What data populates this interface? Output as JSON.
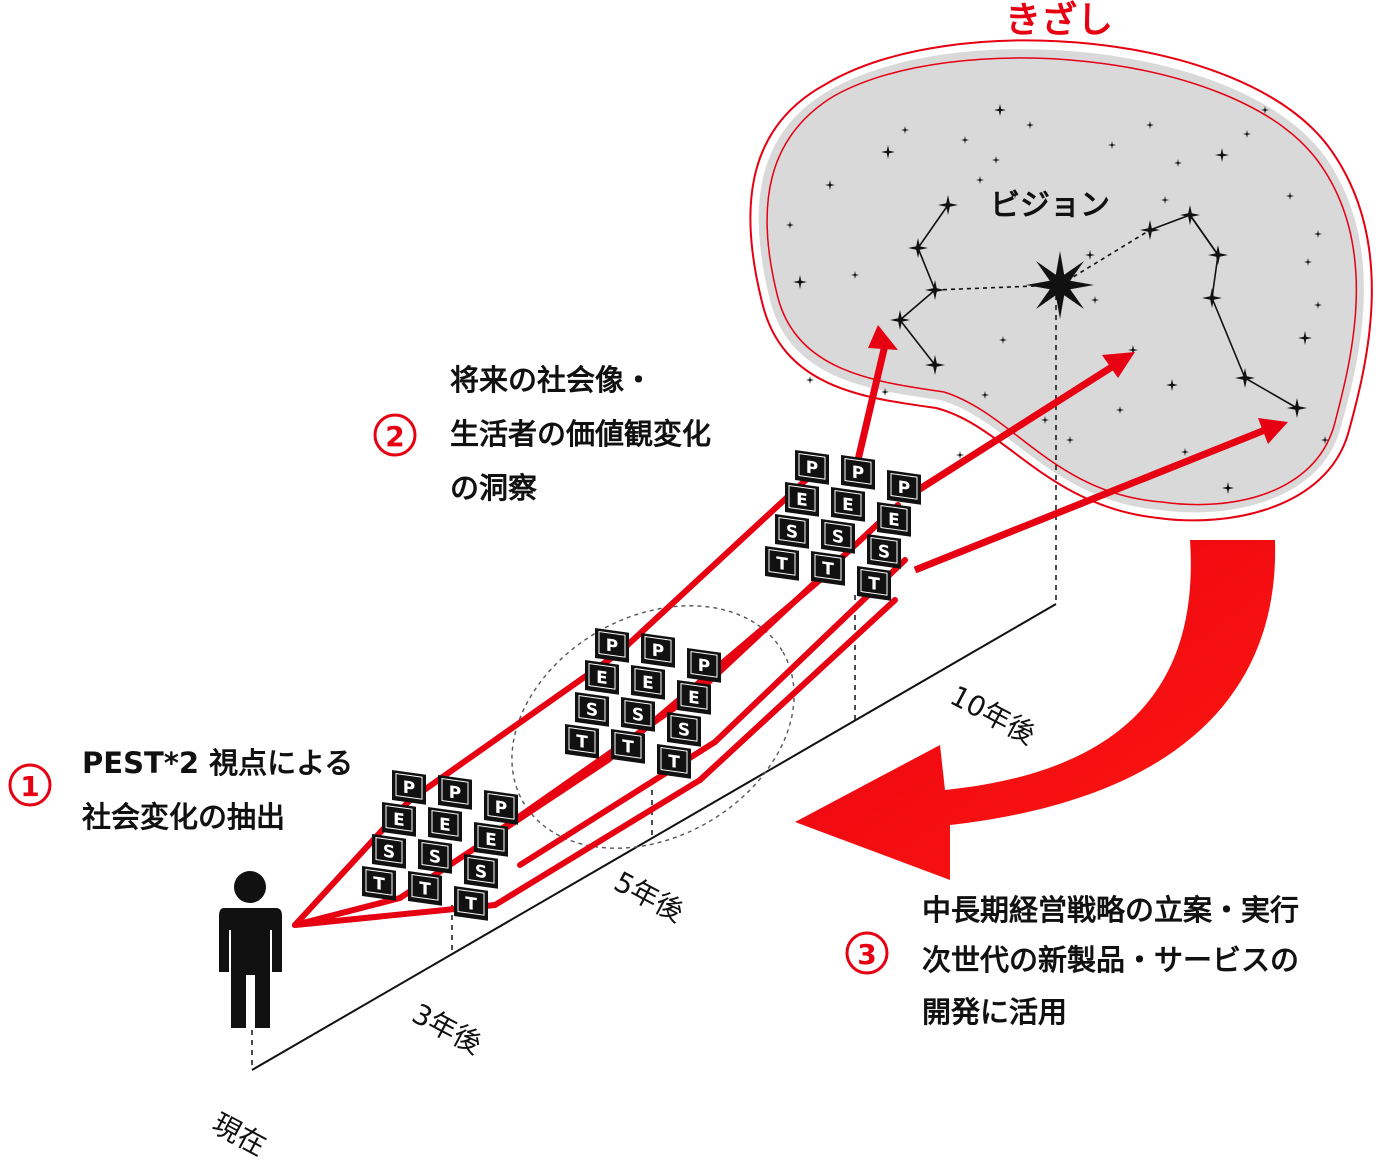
{
  "kizashi_label": "きざし",
  "vision_label": "ビジョン",
  "steps": [
    {
      "num": "1",
      "lines": [
        "PEST*2 視点による",
        "社会変化の抽出"
      ]
    },
    {
      "num": "2",
      "lines": [
        "将来の社会像・",
        "生活者の価値観変化",
        "の洞察"
      ]
    },
    {
      "num": "3",
      "lines": [
        "中長期経営戦略の立案・実行",
        "次世代の新製品・サービスの",
        "開発に活用"
      ]
    }
  ],
  "timeline": {
    "now": "現在",
    "t3": "3年後",
    "t5": "5年後",
    "t10": "10年後"
  },
  "pest_letters": [
    "P",
    "E",
    "S",
    "T"
  ],
  "colors": {
    "accent": "#e60012",
    "cloud_fill": "#d9d9d9",
    "tile": "#111111",
    "star": "#111111"
  },
  "icons": {
    "person": "person-silhouette-icon",
    "vision_star": "eight-point-star-icon"
  }
}
